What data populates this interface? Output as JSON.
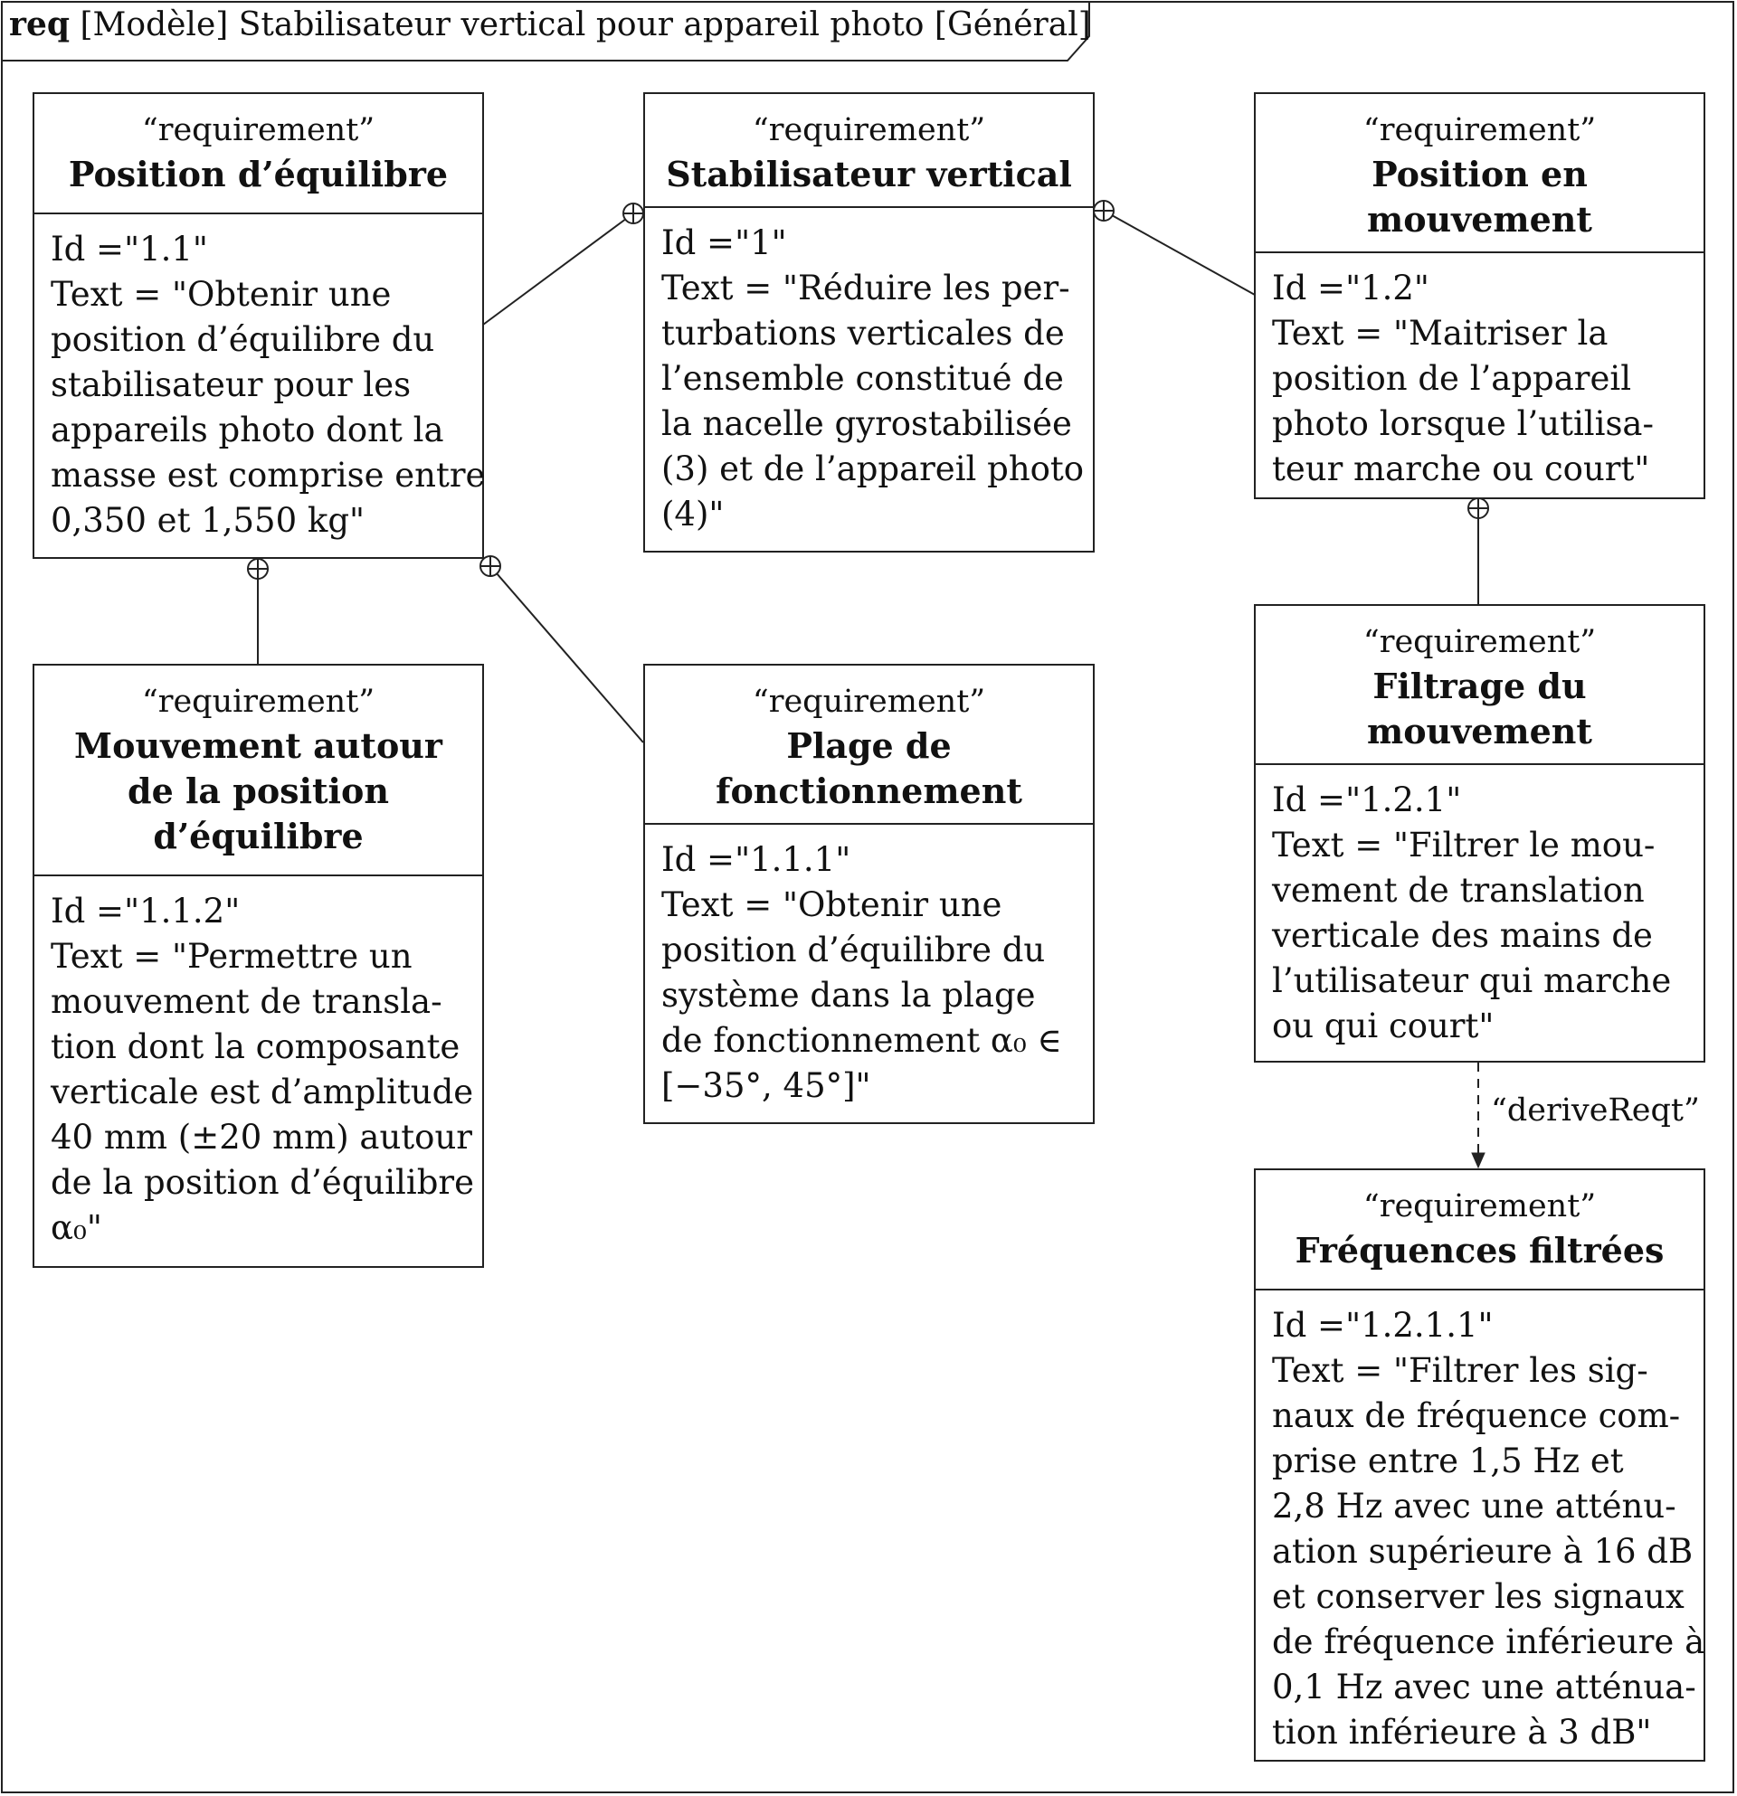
{
  "frame": {
    "keyword": "req",
    "title": "[Modèle] Stabilisateur vertical pour appareil photo [Général]"
  },
  "stereotype": "“requirement”",
  "requirements": {
    "r1": {
      "name": "Stabilisateur vertical",
      "id": "Id =\"1\"",
      "text_lines": [
        "Text = \"Réduire les per-",
        "turbations verticales de",
        "l’ensemble constitué de",
        "la nacelle gyrostabilisée",
        "(3) et de l’appareil photo",
        "(4)\""
      ]
    },
    "r11": {
      "name": "Position d’équilibre",
      "id": "Id =\"1.1\"",
      "text_lines": [
        "Text = \"Obtenir une",
        "position d’équilibre du",
        "stabilisateur pour les",
        "appareils photo dont la",
        "masse est comprise entre",
        "0,350 et 1,550 kg\""
      ]
    },
    "r12": {
      "name_lines": [
        "Position en",
        "mouvement"
      ],
      "id": "Id =\"1.2\"",
      "text_lines": [
        "Text = \"Maitriser la",
        "position de l’appareil",
        "photo lorsque l’utilisa-",
        "teur marche ou court\""
      ]
    },
    "r112": {
      "name_lines": [
        "Mouvement autour",
        "de la position",
        "d’équilibre"
      ],
      "id": "Id =\"1.1.2\"",
      "text_lines": [
        "Text = \"Permettre un",
        "mouvement de transla-",
        "tion dont la composante",
        "verticale est d’amplitude",
        "40 mm (±20 mm) autour",
        "de la position d’équilibre",
        "α₀\""
      ]
    },
    "r111": {
      "name_lines": [
        "Plage de",
        "fonctionnement"
      ],
      "id": "Id =\"1.1.1\"",
      "text_lines": [
        "Text = \"Obtenir une",
        "position d’équilibre du",
        "système dans la plage",
        "de fonctionnement α₀ ∈",
        "[−35°, 45°]\""
      ]
    },
    "r121": {
      "name_lines": [
        "Filtrage du",
        "mouvement"
      ],
      "id": "Id =\"1.2.1\"",
      "text_lines": [
        "Text = \"Filtrer le mou-",
        "vement de translation",
        "verticale des mains de",
        "l’utilisateur qui marche",
        "ou qui court\""
      ]
    },
    "r1211": {
      "name": "Fréquences filtrées",
      "id": "Id =\"1.2.1.1\"",
      "text_lines": [
        "Text = \"Filtrer les sig-",
        "naux de fréquence com-",
        "prise entre 1,5 Hz et",
        "2,8 Hz avec une atténu-",
        "ation supérieure à 16 dB",
        "et conserver les signaux",
        "de fréquence inférieure à",
        "0,1 Hz avec une atténua-",
        "tion inférieure à 3 dB\""
      ]
    }
  },
  "relations": {
    "derive_label": "“deriveReqt”"
  }
}
